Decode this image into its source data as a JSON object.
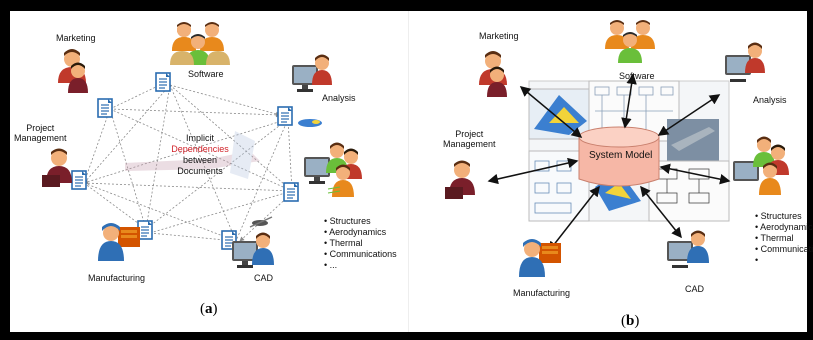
{
  "panel_a": {
    "caption_open": "(",
    "caption_letter": "a",
    "caption_close": ")",
    "labels": {
      "marketing": "Marketing",
      "software": "Software",
      "analysis": "Analysis",
      "project_management": "Project\nManagement",
      "manufacturing": "Manufacturing",
      "cad": "CAD"
    },
    "center": {
      "line1": "Implicit",
      "line2": "Dependencies",
      "line3": "between",
      "line4": "Documents"
    },
    "bullets": [
      "Structures",
      "Aerodynamics",
      "Thermal",
      "Communications",
      "..."
    ]
  },
  "panel_b": {
    "caption_open": "(",
    "caption_letter": "b",
    "caption_close": ")",
    "labels": {
      "marketing": "Marketing",
      "software": "Software",
      "analysis": "Analysis",
      "project_management": "Project\nManagement",
      "manufacturing": "Manufacturing",
      "cad": "CAD"
    },
    "system_model": "System Model",
    "bullets": [
      "Structures",
      "Aerodynamics",
      "Thermal",
      "Communications",
      ""
    ]
  },
  "colors": {
    "skin": "#f2b07a",
    "hair": "#5a2e12",
    "red_shirt": "#c0392b",
    "orange_shirt": "#e8891c",
    "green_shirt": "#6abf3a",
    "blue_shirt": "#2f6fb5",
    "maroon_shirt": "#7a1f2a",
    "doc_blue": "#2a6cb0",
    "cylinder": "#f6b7a6",
    "arrow": "#111111",
    "dotted": "#8a8a8a"
  }
}
